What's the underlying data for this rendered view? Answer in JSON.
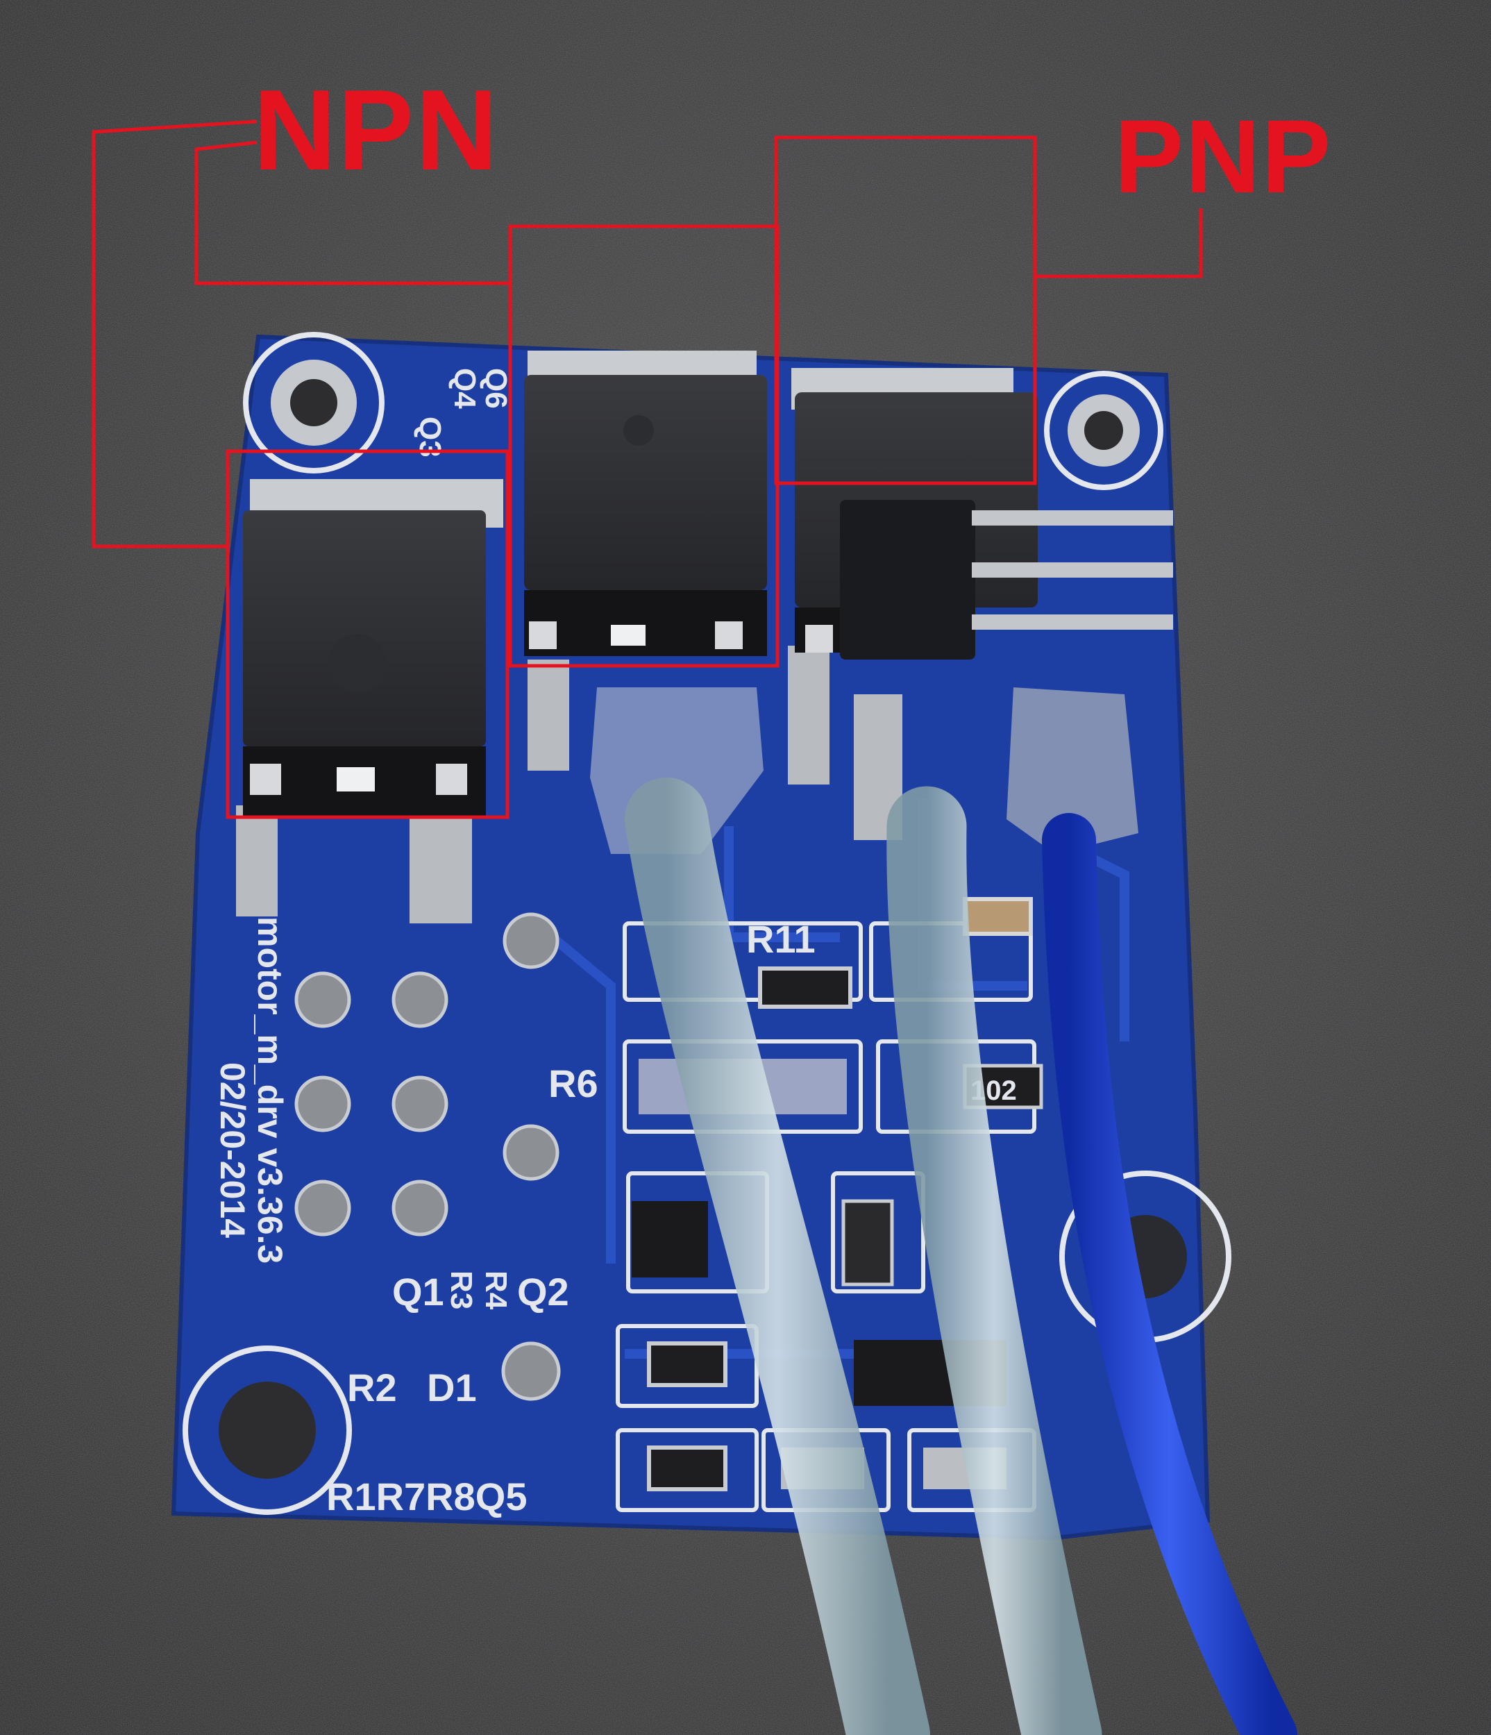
{
  "annotations": {
    "npn_label": "NPN",
    "pnp_label": "PNP",
    "box_color": "#e3141f"
  },
  "board": {
    "color": "#1d3ea3",
    "silkscreen_color": "#e4e7ee",
    "labels": {
      "q6": "Q6",
      "q4": "Q4",
      "q3": "Q3",
      "r11": "R11",
      "r6": "R6",
      "version": "motor_m_drv v3.36.3",
      "date": "02/20-2014",
      "q1": "Q1",
      "r3": "R3",
      "r4": "R4",
      "q2": "Q2",
      "r2": "R2",
      "d1": "D1",
      "bottom_row": "R1R7R8Q5",
      "resistor_code": "102"
    }
  },
  "wires": {
    "clear_color": "#b8c8cf",
    "blue_color": "#1f3fd0"
  }
}
